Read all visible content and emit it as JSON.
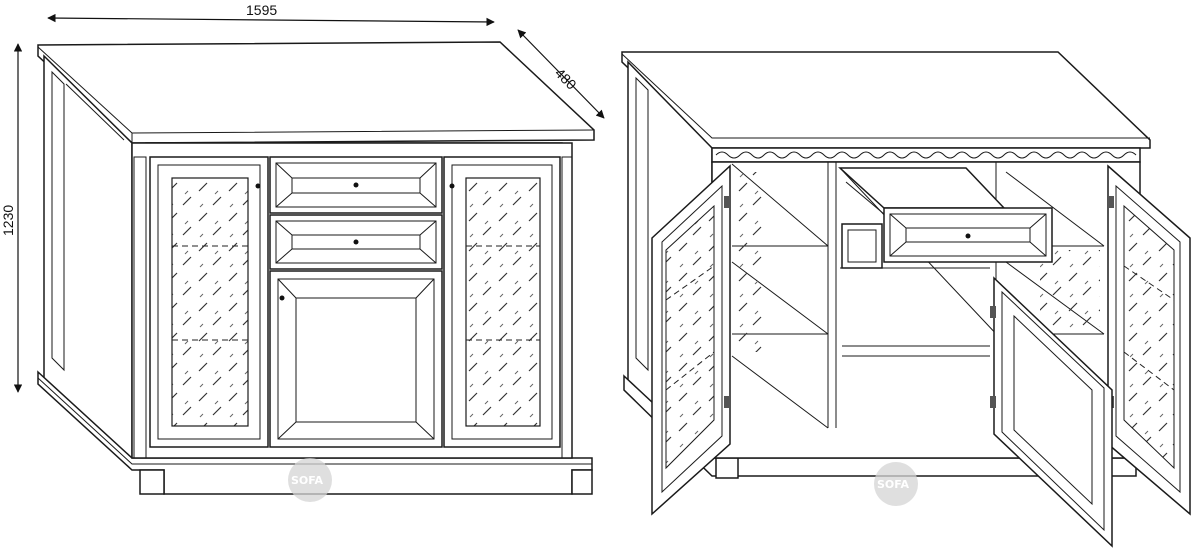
{
  "dimensions": {
    "width": "1595",
    "depth": "480",
    "height": "1230"
  },
  "watermark": {
    "text": "SOFA"
  },
  "icons": [
    "arrow-icon",
    "knob-icon",
    "hinge-icon"
  ]
}
